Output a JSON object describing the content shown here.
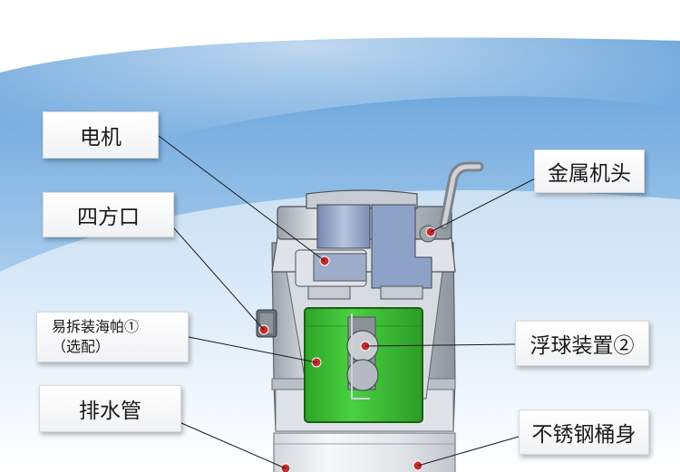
{
  "labels": {
    "motor": "电机",
    "square_port": "四方口",
    "sponge_line1": "易拆装海帕①",
    "sponge_line2": "（选配）",
    "drain_pipe": "排水管",
    "metal_head": "金属机头",
    "float_ball": "浮球装置②",
    "steel_body": "不锈钢桶身"
  },
  "colors": {
    "background_blue": "#7fb3e0",
    "filter_green": "#3ec636",
    "marker_red": "#c9292c",
    "body_metal": "#b8bec6",
    "motor_blue": "#8fa4c8"
  }
}
